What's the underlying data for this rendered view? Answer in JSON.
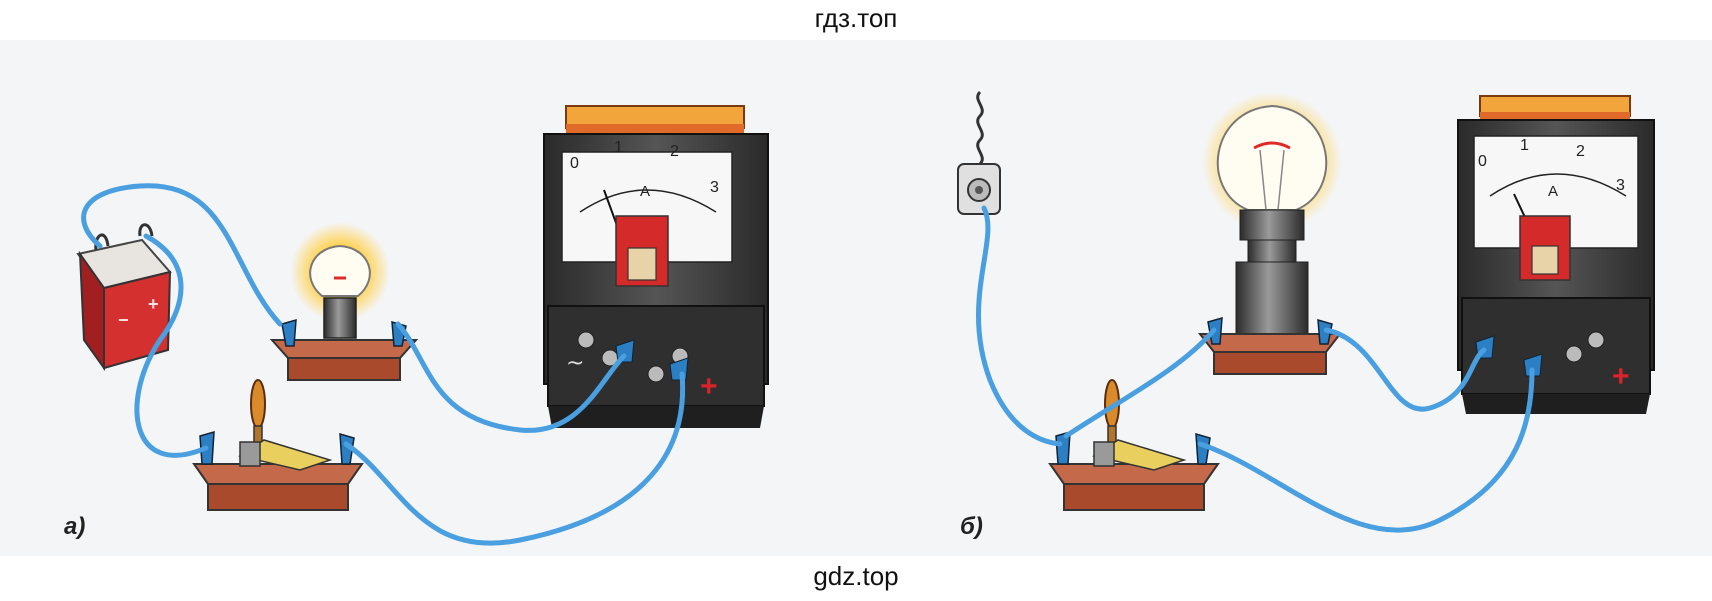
{
  "header": {
    "watermark_top": "гдз.топ"
  },
  "footer": {
    "watermark_bottom": "gdz.top"
  },
  "panels": [
    {
      "label": "а)",
      "ammeter": {
        "scale": [
          "0",
          "1",
          "2",
          "3"
        ],
        "unit": "А",
        "plus": "+",
        "ac_symbol": "~"
      },
      "battery": {
        "minus": "−",
        "plus": "+"
      }
    },
    {
      "label": "б)",
      "ammeter": {
        "scale": [
          "0",
          "1",
          "2",
          "3"
        ],
        "unit": "А",
        "plus": "+"
      }
    }
  ],
  "colors": {
    "wire": "#4a9fe0",
    "battery": "#d3302f",
    "base": "#a94a2c",
    "terminal": "#2d7fc4",
    "ammeter_body": "#3c3c3c",
    "glow": "#ffd45a"
  }
}
